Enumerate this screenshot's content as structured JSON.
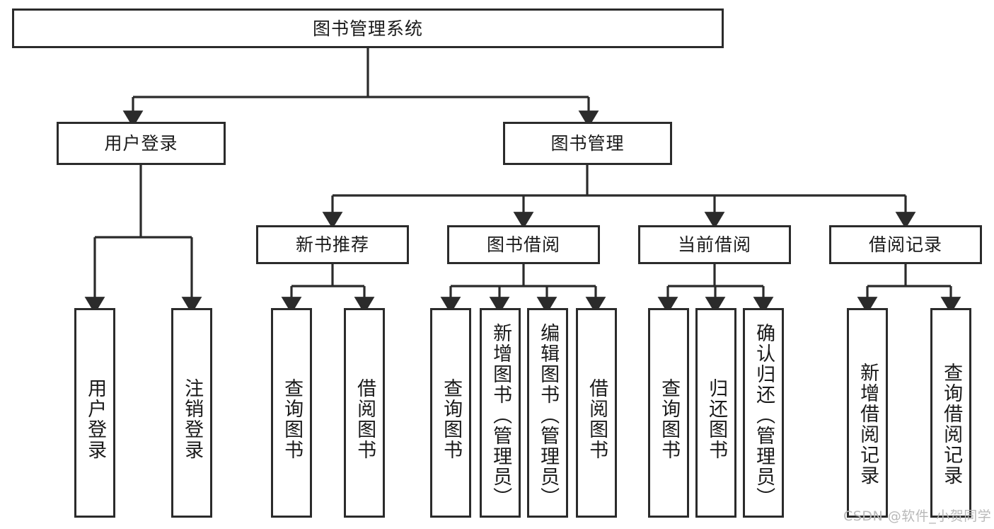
{
  "diagram": {
    "type": "tree-hierarchy",
    "title": "图书管理系统",
    "root": {
      "id": "root",
      "label": "图书管理系统"
    },
    "level2": [
      {
        "id": "user-login",
        "label": "用户登录"
      },
      {
        "id": "book-manage",
        "label": "图书管理"
      }
    ],
    "level3": [
      {
        "id": "new-book-rec",
        "label": "新书推荐",
        "parent": "book-manage"
      },
      {
        "id": "book-borrow",
        "label": "图书借阅",
        "parent": "book-manage"
      },
      {
        "id": "current-borrow",
        "label": "当前借阅",
        "parent": "book-manage"
      },
      {
        "id": "borrow-record",
        "label": "借阅记录",
        "parent": "book-manage"
      }
    ],
    "leaves": {
      "user_login": [
        {
          "id": "leaf-user-login",
          "label": "用户登录"
        },
        {
          "id": "leaf-user-logout",
          "label": "注销登录"
        }
      ],
      "new_book_rec": [
        {
          "id": "leaf-query-book-1",
          "label": "查询图书"
        },
        {
          "id": "leaf-borrow-book-1",
          "label": "借阅图书"
        }
      ],
      "book_borrow": [
        {
          "id": "leaf-query-book-2",
          "label": "查询图书"
        },
        {
          "id": "leaf-add-book",
          "label": "新增图书（管理员）"
        },
        {
          "id": "leaf-edit-book",
          "label": "编辑图书（管理员）"
        },
        {
          "id": "leaf-borrow-book-2",
          "label": "借阅图书"
        }
      ],
      "current_borrow": [
        {
          "id": "leaf-query-book-3",
          "label": "查询图书"
        },
        {
          "id": "leaf-return-book",
          "label": "归还图书"
        },
        {
          "id": "leaf-confirm-return",
          "label": "确认归还（管理员）"
        }
      ],
      "borrow_record": [
        {
          "id": "leaf-add-record",
          "label": "新增借阅记录"
        },
        {
          "id": "leaf-query-record",
          "label": "查询借阅记录"
        }
      ]
    },
    "colors": {
      "stroke": "#2b2b2b",
      "fill": "#ffffff",
      "text": "#1a1a1a",
      "watermark": "#b9b9b9"
    }
  },
  "watermark": {
    "text": "CSDN @软件_小贺同学"
  }
}
